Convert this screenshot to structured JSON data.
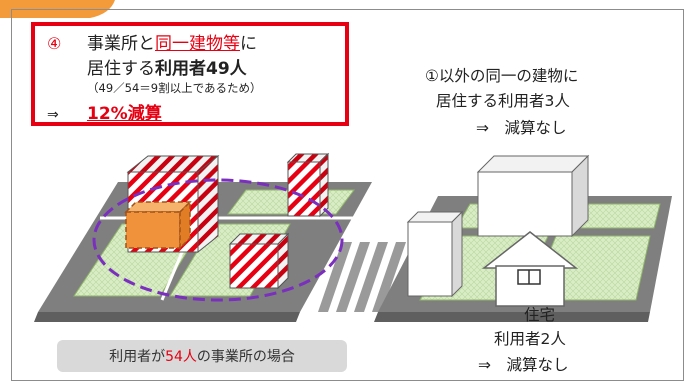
{
  "callout": {
    "number": "④",
    "line1_a": "事業所と",
    "line1_highlight": "同一建物等",
    "line1_b": "に",
    "line2_a": "居住する",
    "line2_bold": "利用者49人",
    "line3": "（49／54＝9割以上であるため）",
    "arrow": "⇒",
    "reduction": "12%減算"
  },
  "other_building": {
    "line1": "①以外の同一の建物に",
    "line2": "居住する利用者3人",
    "line3": "⇒　減算なし"
  },
  "house": {
    "line1": "住宅",
    "line2": "利用者2人",
    "line3": "⇒　減算なし"
  },
  "footer": {
    "prefix": "利用者が",
    "count": "54人",
    "suffix": "の事業所の場合"
  },
  "colors": {
    "accent_red": "#e60012",
    "orange_tab": "#f39a3a",
    "dashed_purple": "#7b2fbe",
    "office_orange": "#f0913c",
    "ground_green": "#d6ecc0"
  }
}
